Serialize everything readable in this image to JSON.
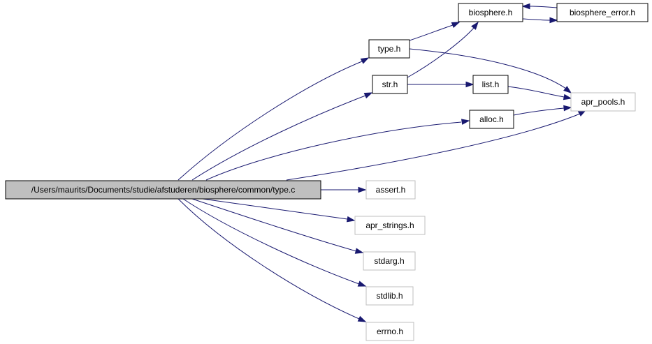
{
  "diagram": {
    "colors": {
      "edge": "#191970",
      "root_fill": "#bfbfbf",
      "internal_border": "#000000",
      "external_border": "#bfbfbf",
      "background": "#ffffff"
    },
    "nodes": {
      "root": "/Users/maurits/Documents/studie/afstuderen/biosphere/common/type.c",
      "type_h": "type.h",
      "biosphere_h": "biosphere.h",
      "biosphere_error_h": "biosphere_error.h",
      "str_h": "str.h",
      "list_h": "list.h",
      "apr_pools_h": "apr_pools.h",
      "alloc_h": "alloc.h",
      "assert_h": "assert.h",
      "apr_strings_h": "apr_strings.h",
      "stdarg_h": "stdarg.h",
      "stdlib_h": "stdlib.h",
      "errno_h": "errno.h"
    },
    "node_kinds": {
      "root": "root",
      "type_h": "internal",
      "biosphere_h": "internal",
      "biosphere_error_h": "internal",
      "str_h": "internal",
      "list_h": "internal",
      "alloc_h": "internal",
      "apr_pools_h": "external",
      "assert_h": "external",
      "apr_strings_h": "external",
      "stdarg_h": "external",
      "stdlib_h": "external",
      "errno_h": "external"
    },
    "edges": [
      [
        "root",
        "type_h"
      ],
      [
        "root",
        "str_h"
      ],
      [
        "root",
        "alloc_h"
      ],
      [
        "root",
        "apr_pools_h"
      ],
      [
        "root",
        "assert_h"
      ],
      [
        "root",
        "apr_strings_h"
      ],
      [
        "root",
        "stdarg_h"
      ],
      [
        "root",
        "stdlib_h"
      ],
      [
        "root",
        "errno_h"
      ],
      [
        "type_h",
        "biosphere_h"
      ],
      [
        "type_h",
        "apr_pools_h"
      ],
      [
        "str_h",
        "biosphere_h"
      ],
      [
        "str_h",
        "list_h"
      ],
      [
        "list_h",
        "apr_pools_h"
      ],
      [
        "alloc_h",
        "apr_pools_h"
      ],
      [
        "biosphere_h",
        "biosphere_error_h"
      ],
      [
        "biosphere_error_h",
        "biosphere_h"
      ]
    ]
  }
}
